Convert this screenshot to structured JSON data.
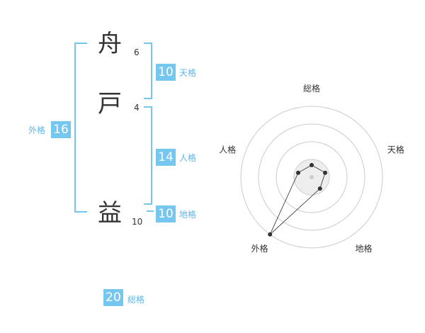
{
  "name": {
    "chars": [
      {
        "char": "舟",
        "strokes": "6"
      },
      {
        "char": "戸",
        "strokes": "4"
      },
      {
        "char": "益",
        "strokes": "10"
      }
    ]
  },
  "fortune": {
    "tenkaku": {
      "value": "10",
      "label": "天格"
    },
    "jinkaku": {
      "value": "14",
      "label": "人格"
    },
    "chikaku": {
      "value": "10",
      "label": "地格"
    },
    "gaikaku": {
      "value": "16",
      "label": "外格"
    },
    "soukaku": {
      "value": "20",
      "label": "総格"
    }
  },
  "chart_data": {
    "type": "radar",
    "axes": [
      "総格",
      "天格",
      "地格",
      "外格",
      "人格"
    ],
    "values": [
      0.17,
      0.2,
      0.2,
      1.0,
      0.2
    ],
    "rings": 4,
    "colors": {
      "line": "#333333",
      "fill": "#eeeeee",
      "ring": "#cccccc",
      "point": "#333333"
    }
  },
  "colors": {
    "accent": "#75c7f0",
    "accent_text": "#5bb8ea"
  }
}
